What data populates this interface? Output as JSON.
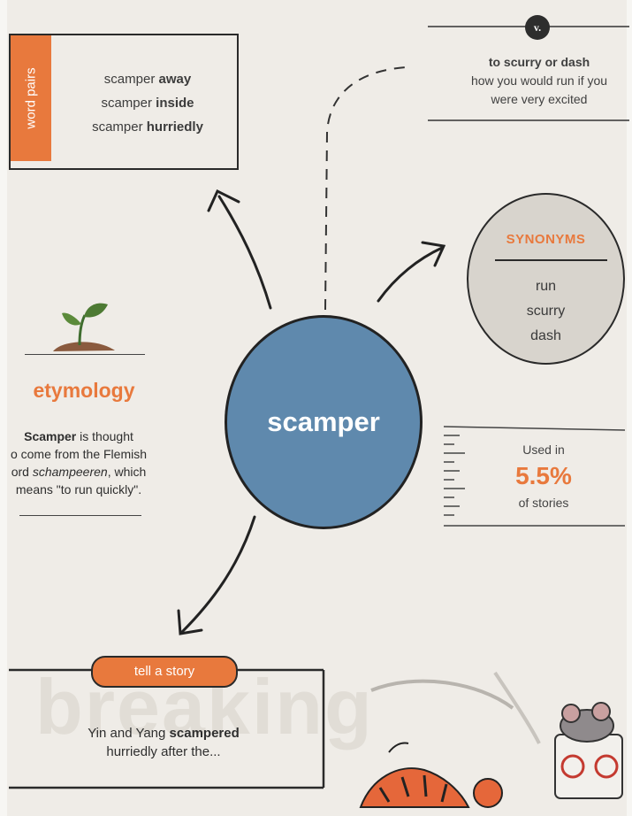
{
  "word_pairs": {
    "tab_label": "word pairs",
    "items": [
      {
        "base": "scamper ",
        "bold": "away"
      },
      {
        "base": "scamper ",
        "bold": "inside"
      },
      {
        "base": "scamper ",
        "bold": "hurriedly"
      }
    ]
  },
  "definition": {
    "badge": "v.",
    "line1": "to scurry or dash",
    "line2": "how you would run if you",
    "line3": "were very excited"
  },
  "synonyms": {
    "title": "SYNONYMS",
    "items": [
      "run",
      "scurry",
      "dash"
    ]
  },
  "center": {
    "word": "scamper"
  },
  "etymology": {
    "title": "etymology",
    "line1_bold": "Scamper",
    "line1_rest": " is thought",
    "line2": "o come from the Flemish",
    "line3_pre": "ord ",
    "line3_italic": "schampeeren",
    "line3_post": ", which",
    "line4": "means \"to run quickly\"."
  },
  "usage": {
    "label_top": "Used in",
    "value": "5.5%",
    "label_bottom": "of stories"
  },
  "story": {
    "pill": "tell a story",
    "line1_pre": "Yin and Yang ",
    "line1_bold": "scampered",
    "line2": "hurriedly after the..."
  },
  "colors": {
    "accent": "#e8793d",
    "center_fill": "#5f89ad",
    "synonym_fill": "#d8d4cd"
  },
  "icons": [
    "sprout-icon",
    "arrow-icon",
    "tiger-illustration",
    "mouse-illustration"
  ]
}
